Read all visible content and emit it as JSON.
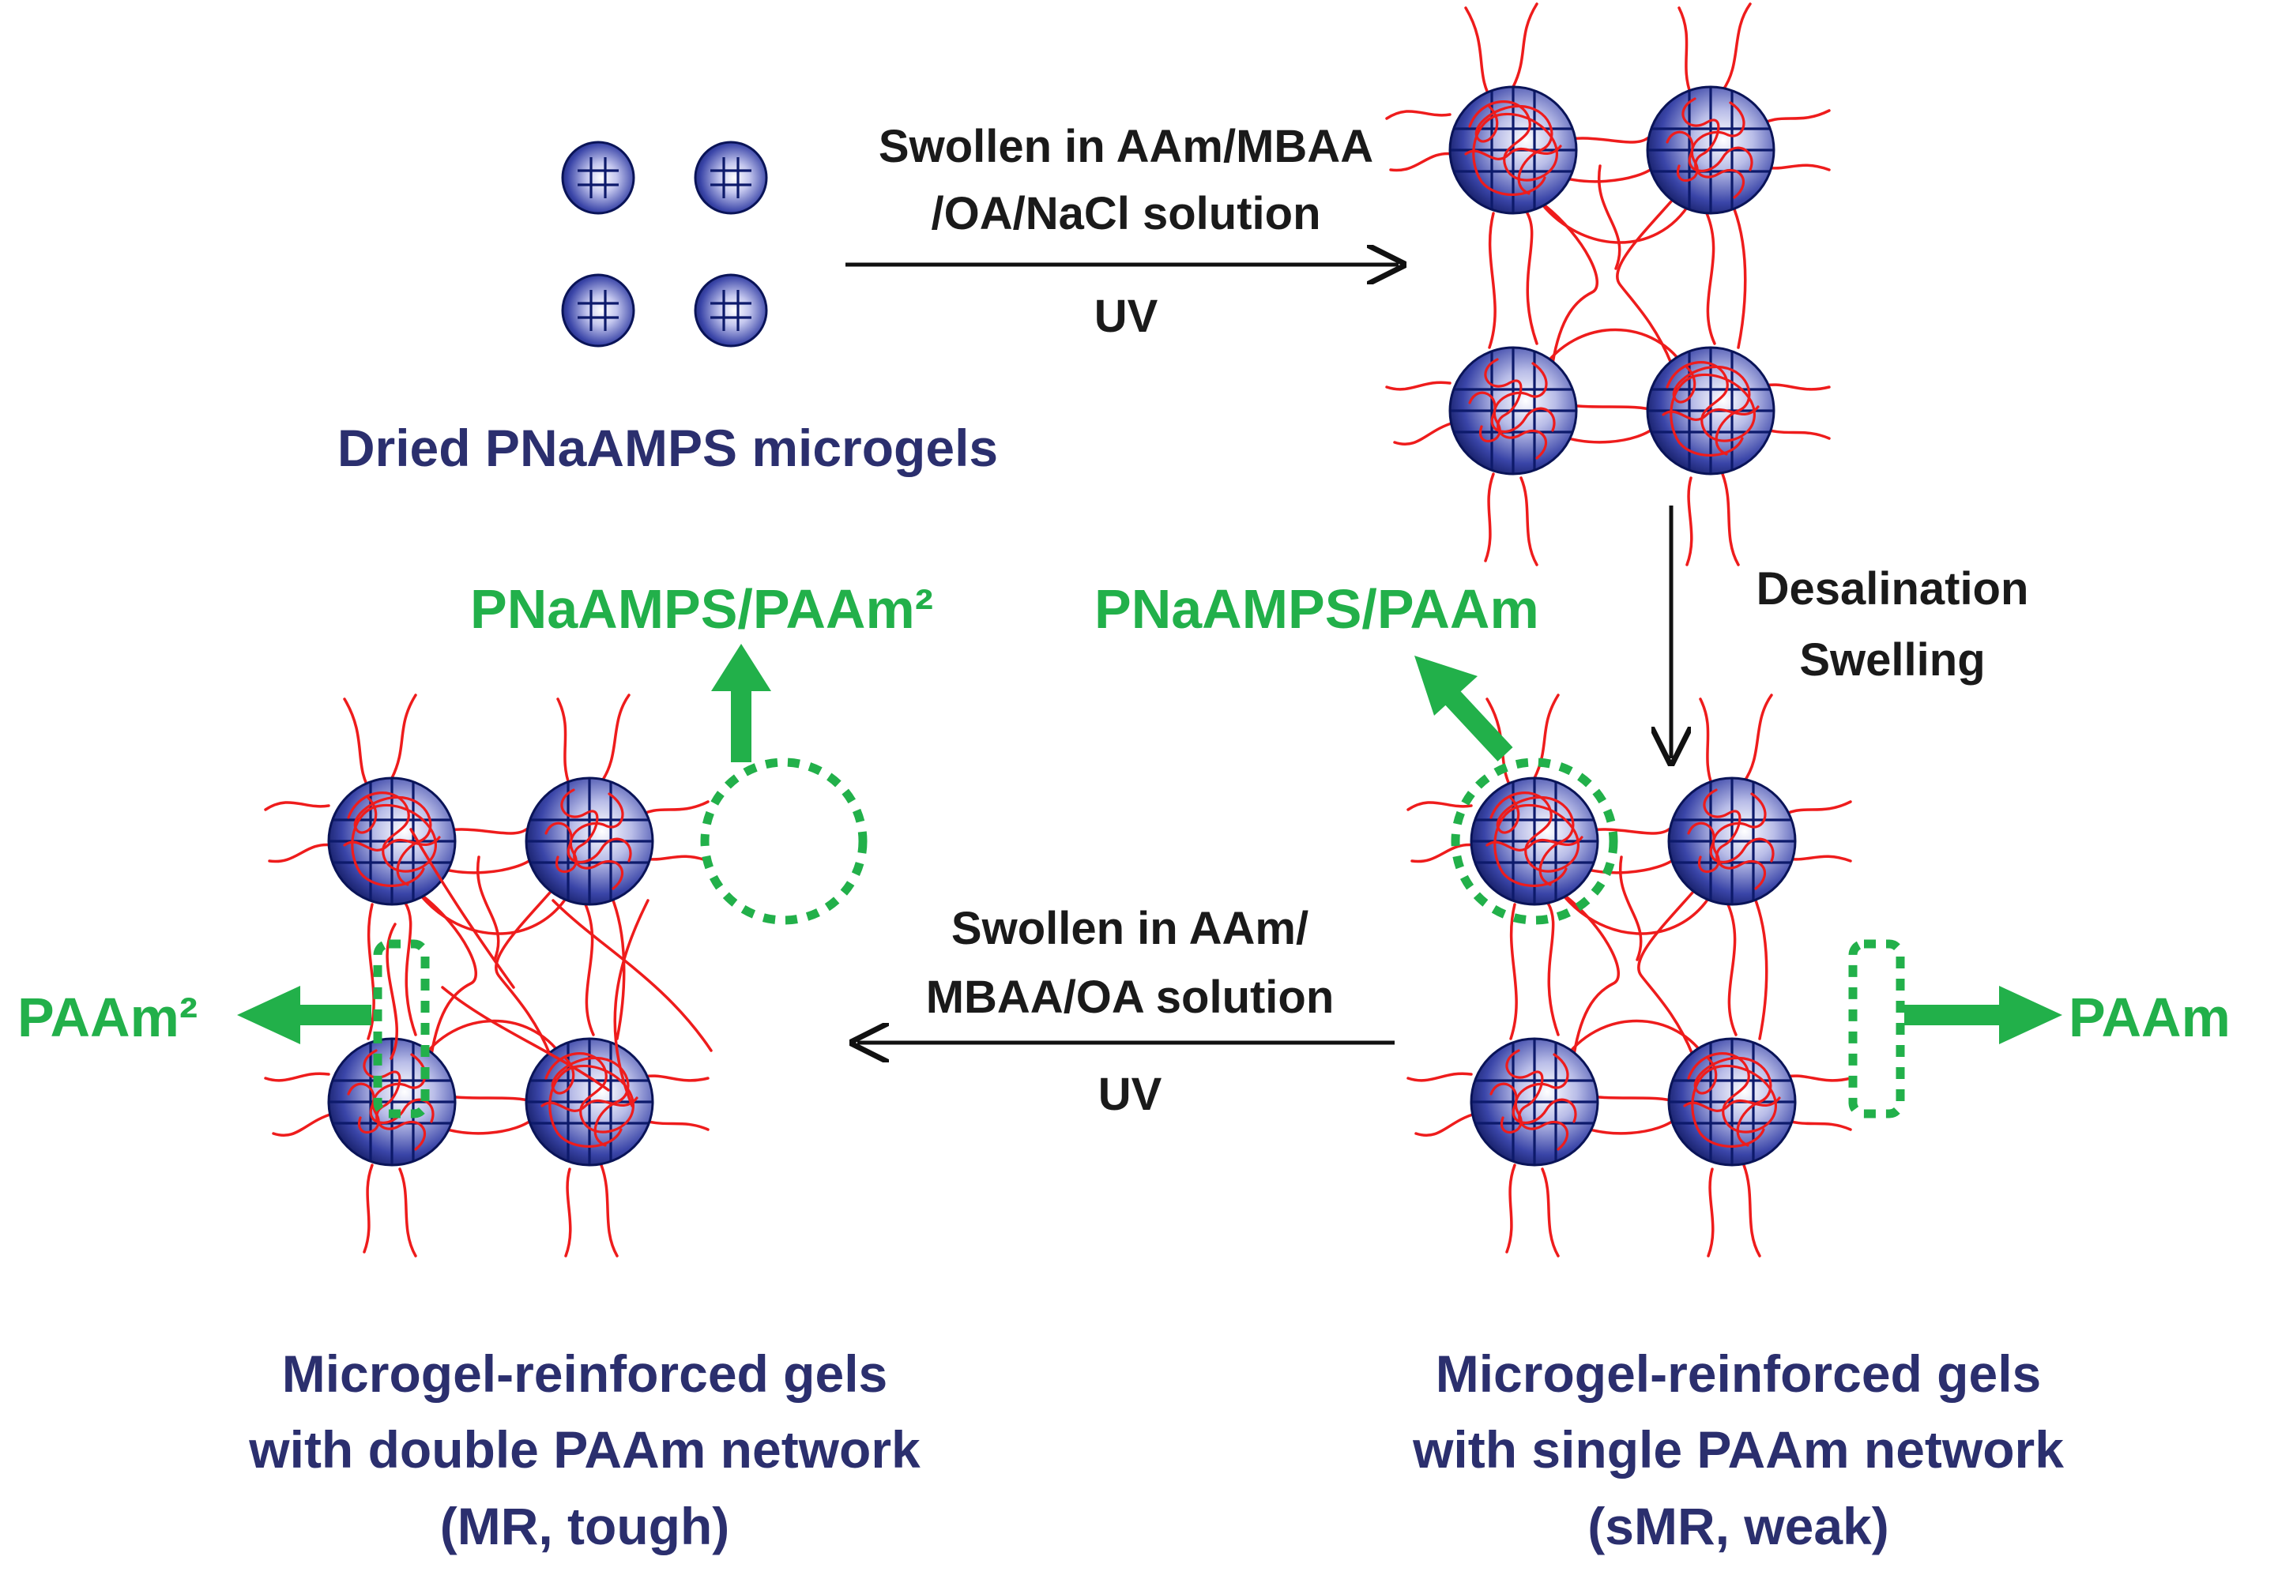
{
  "labels": {
    "dried_microgels": "Dried PNaAMPS microgels",
    "step1_line1": "Swollen in AAm/MBAA",
    "step1_line2": "/OA/NaCl solution",
    "step1_uv": "UV",
    "step2_line1": "Desalination",
    "step2_line2": "Swelling",
    "step3_line1": "Swollen in AAm/",
    "step3_line2": "MBAA/OA solution",
    "step3_uv": "UV",
    "tag_pnaamps_paam2": "PNaAMPS/PAAm²",
    "tag_pnaamps_paam": "PNaAMPS/PAAm",
    "tag_paam2": "PAAm²",
    "tag_paam": "PAAm",
    "smr_caption_1": "Microgel-reinforced gels",
    "smr_caption_2": "with single PAAm network",
    "smr_caption_3": "(sMR, weak)",
    "mr_caption_1": "Microgel-reinforced gels",
    "mr_caption_2": "with double PAAm network",
    "mr_caption_3": "(MR, tough)"
  },
  "colors": {
    "caption": "#2b2f6e",
    "highlight": "#22b04a",
    "network": "#ee1c1c",
    "microgel": "#3a45a8",
    "arrow": "#111111"
  }
}
